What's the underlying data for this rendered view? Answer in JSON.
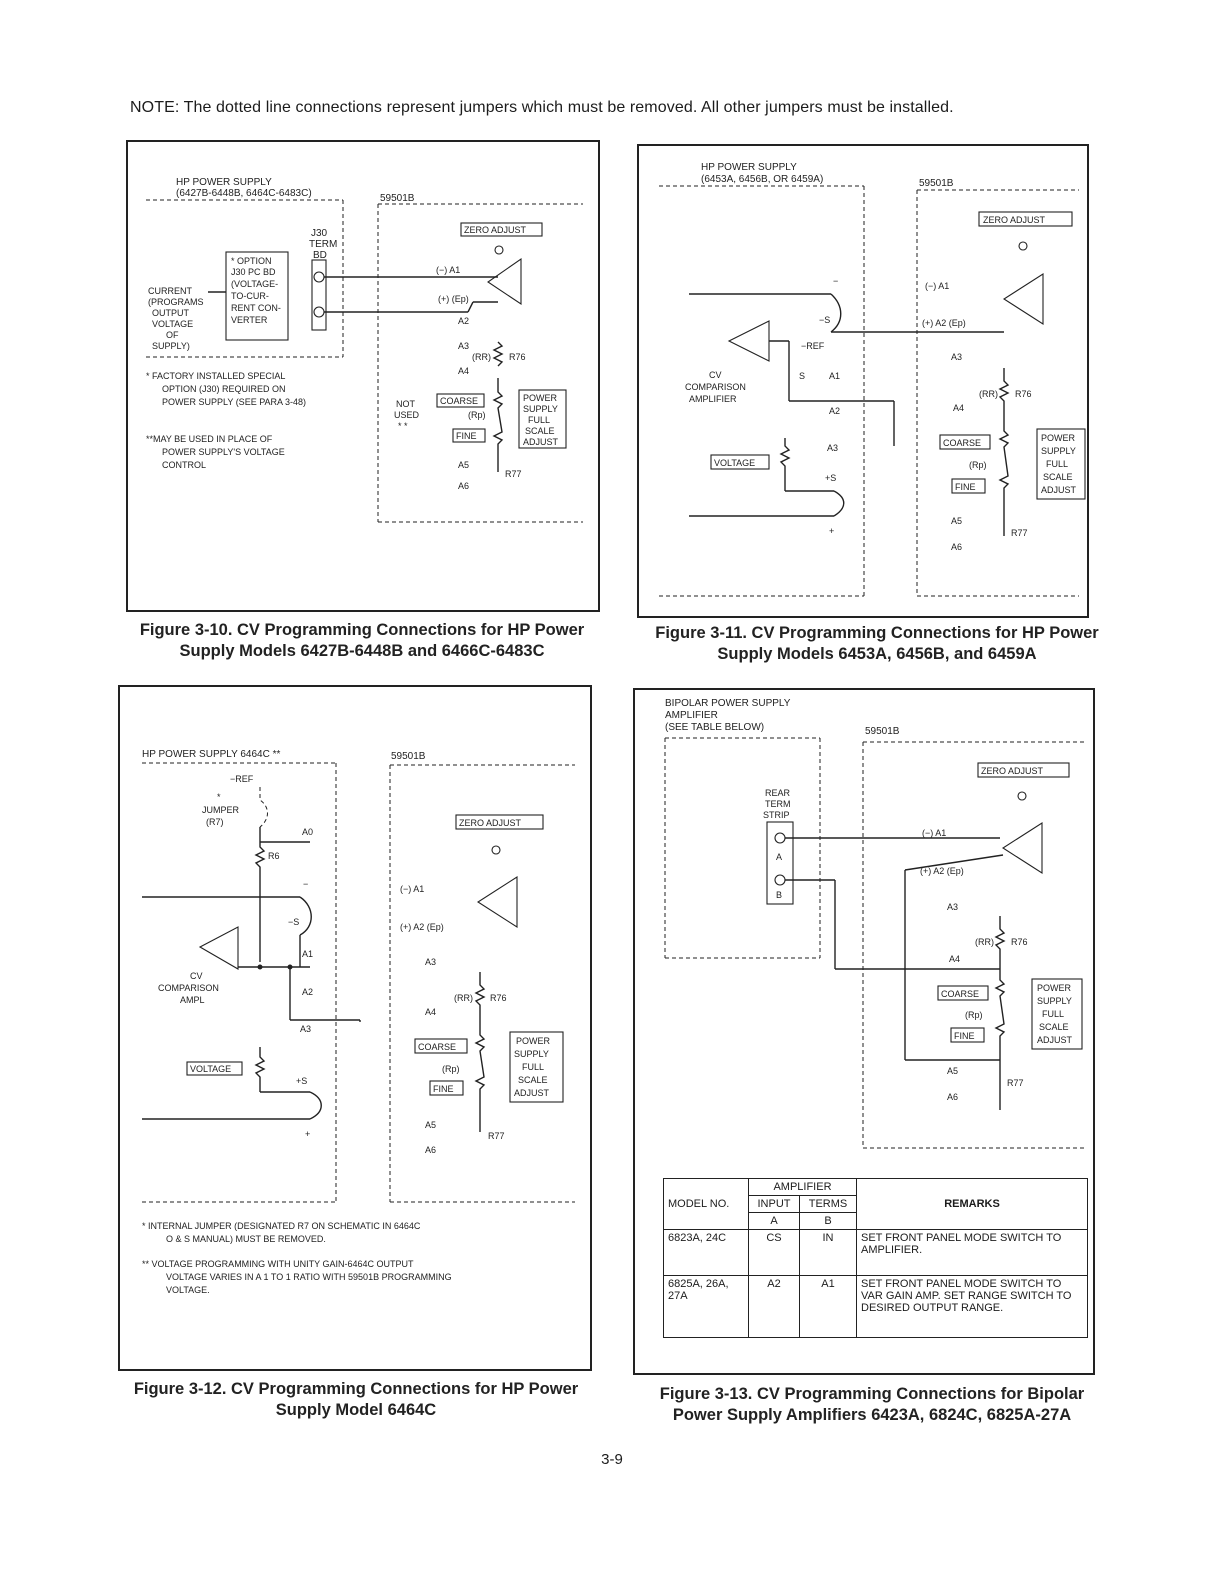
{
  "note": "NOTE:  The dotted line connections represent jumpers which must be removed.  All other jumpers must be installed.",
  "page_number": "3-9",
  "fig10": {
    "caption_line1": "Figure 3-10. CV Programming Connections for HP Power",
    "caption_line2": "Supply Models 6427B-6448B and 6466C-6483C",
    "hp_supply_line1": "HP POWER SUPPLY",
    "hp_supply_line2": "(6427B-6448B, 6464C-6483C)",
    "model": "59501B",
    "j30_line1": "J30",
    "j30_line2": "TERM",
    "j30_line3": "BD",
    "option_lines": [
      "* OPTION",
      "J30 PC BD",
      "(VOLTAGE-",
      "TO-CUR-",
      "RENT CON-",
      "VERTER"
    ],
    "current_lines": [
      "CURRENT",
      "(PROGRAMS",
      "OUTPUT",
      "VOLTAGE",
      "OF",
      "SUPPLY)"
    ],
    "zero_adjust": "ZERO ADJUST",
    "a1": "(−) A1",
    "a2": "(+)  (Ep)",
    "a2_label": "A2",
    "a3": "A3",
    "rr": "(RR)",
    "r76": "R76",
    "a4": "A4",
    "coarse": "COARSE",
    "rp": "(Rp)",
    "fine": "FINE",
    "psfsa": [
      "POWER",
      "SUPPLY",
      "FULL",
      "SCALE",
      "ADJUST"
    ],
    "not_used": [
      "NOT",
      "USED",
      "* *"
    ],
    "a5": "A5",
    "r77": "R77",
    "a6": "A6",
    "footnote1": [
      "*  FACTORY INSTALLED SPECIAL",
      "OPTION (J30) REQUIRED ON",
      "POWER SUPPLY (SEE PARA 3-48)"
    ],
    "footnote2": [
      "**MAY BE USED IN PLACE OF",
      "POWER SUPPLY'S VOLTAGE",
      "CONTROL"
    ]
  },
  "fig11": {
    "caption_line1": "Figure 3-11. CV Programming Connections for HP Power",
    "caption_line2": "Supply Models 6453A, 6456B, and 6459A",
    "hp_supply_line1": "HP POWER SUPPLY",
    "hp_supply_line2": "(6453A, 6456B, OR 6459A)",
    "model": "59501B",
    "zero_adjust": "ZERO ADJUST",
    "minus": "−",
    "minus_s": "−S",
    "minus_ref": "−REF",
    "cv_lines": [
      "CV",
      "COMPARISON",
      "AMPLIFIER"
    ],
    "s": "S",
    "a1": "A1",
    "a2": "A2",
    "a3": "A3",
    "plus_s": "+S",
    "plus": "+",
    "voltage": "VOLTAGE",
    "pa1": "(−)  A1",
    "pa2": "(+)  A2    (Ep)",
    "ra3": "A3",
    "rr": "(RR)",
    "r76": "R76",
    "a4": "A4",
    "coarse": "COARSE",
    "rp": "(Rp)",
    "fine": "FINE",
    "psfsa": [
      "POWER",
      "SUPPLY",
      "FULL",
      "SCALE",
      "ADJUST"
    ],
    "a5": "A5",
    "r77": "R77",
    "a6": "A6"
  },
  "fig12": {
    "caption_line1": "Figure 3-12. CV Programming Connections for HP Power",
    "caption_line2": "Supply Model 6464C",
    "hp_supply": "HP POWER SUPPLY 6464C **",
    "model": "59501B",
    "minus_ref": "−REF",
    "jumper_lines": [
      "*",
      "JUMPER",
      "(R7)"
    ],
    "a0": "A0",
    "r6": "R6",
    "minus": "−",
    "minus_s": "−S",
    "a1": "A1",
    "cv_lines": [
      "CV",
      "COMPARISON",
      "AMPL"
    ],
    "a2": "A2",
    "a3": "A3",
    "voltage": "VOLTAGE",
    "plus_s": "+S",
    "plus": "+",
    "zero_adjust": "ZERO ADJUST",
    "pa1": "(−)  A1",
    "pa2": "(+)  A2    (Ep)",
    "ra3": "A3",
    "rr": "(RR)",
    "r76": "R76",
    "a4": "A4",
    "coarse": "COARSE",
    "rp": "(Rp)",
    "fine": "FINE",
    "psfsa": [
      "POWER",
      "SUPPLY",
      "FULL",
      "SCALE",
      "ADJUST"
    ],
    "a5": "A5",
    "r77": "R77",
    "a6": "A6",
    "footnote1": [
      "*   INTERNAL JUMPER (DESIGNATED R7 ON SCHEMATIC IN 6464C",
      "O & S MANUAL) MUST BE REMOVED."
    ],
    "footnote2": [
      "** VOLTAGE PROGRAMMING WITH UNITY GAIN-6464C OUTPUT",
      "VOLTAGE VARIES IN A 1 TO 1 RATIO WITH 59501B PROGRAMMING",
      "VOLTAGE."
    ]
  },
  "fig13": {
    "caption_line1": "Figure 3-13. CV Programming Connections for Bipolar",
    "caption_line2": "Power Supply Amplifiers 6423A, 6824C, 6825A-27A",
    "bipolar_lines": [
      "BIPOLAR POWER SUPPLY",
      "AMPLIFIER",
      "(SEE TABLE BELOW)"
    ],
    "model": "59501B",
    "rear_lines": [
      "REAR",
      "TERM",
      "STRIP"
    ],
    "a": "A",
    "b": "B",
    "zero_adjust": "ZERO ADJUST",
    "pa1": "(−)  A1",
    "pa2": "(+)  A2    (Ep)",
    "ra3": "A3",
    "rr": "(RR)",
    "r76": "R76",
    "a4": "A4",
    "coarse": "COARSE",
    "rp": "(Rp)",
    "fine": "FINE",
    "psfsa": [
      "POWER",
      "SUPPLY",
      "FULL",
      "SCALE",
      "ADJUST"
    ],
    "a5": "A5",
    "r77": "R77",
    "a6": "A6",
    "table": {
      "h_model": "MODEL  NO.",
      "h_amplifier": "AMPLIFIER",
      "h_input": "INPUT",
      "h_terms": "TERMS",
      "h_a": "A",
      "h_b": "B",
      "h_remarks": "REMARKS",
      "rows": [
        {
          "model": "6823A, 24C",
          "a": "CS",
          "b": "IN",
          "remarks": "SET FRONT PANEL MODE SWITCH TO AMPLIFIER."
        },
        {
          "model": "6825A, 26A, 27A",
          "a": "A2",
          "b": "A1",
          "remarks": "SET FRONT PANEL MODE SWITCH TO VAR GAIN AMP. SET RANGE SWITCH TO DESIRED OUTPUT RANGE."
        }
      ]
    }
  }
}
